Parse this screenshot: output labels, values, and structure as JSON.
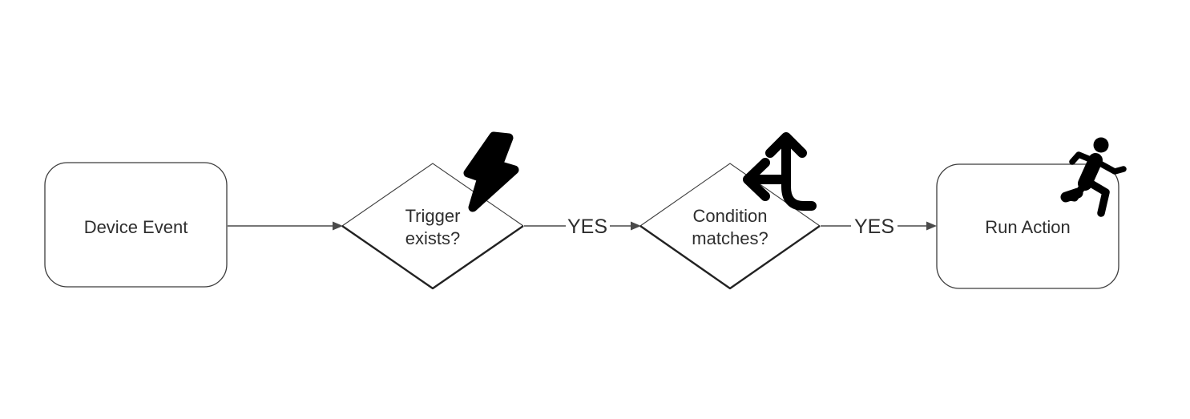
{
  "diagram": {
    "type": "flowchart",
    "colors": {
      "background": "#ffffff",
      "node_stroke": "#3c3c3c",
      "node_stroke_heavy": "#222222",
      "connector": "#4a4a4a",
      "text": "#2e2e2e",
      "icon": "#000000"
    },
    "nodes": {
      "device_event": {
        "type": "process",
        "label": "Device Event"
      },
      "trigger_exists": {
        "type": "decision",
        "line1": "Trigger",
        "line2": "exists?",
        "icon": "lightning-bolt-icon"
      },
      "condition_matches": {
        "type": "decision",
        "line1": "Condition",
        "line2": "matches?",
        "icon": "split-arrows-icon"
      },
      "run_action": {
        "type": "process",
        "label": "Run Action",
        "icon": "person-running-icon"
      }
    },
    "edges": {
      "e1": {
        "from": "device_event",
        "to": "trigger_exists",
        "label": ""
      },
      "e2": {
        "from": "trigger_exists",
        "to": "condition_matches",
        "label": "YES"
      },
      "e3": {
        "from": "condition_matches",
        "to": "run_action",
        "label": "YES"
      }
    }
  }
}
